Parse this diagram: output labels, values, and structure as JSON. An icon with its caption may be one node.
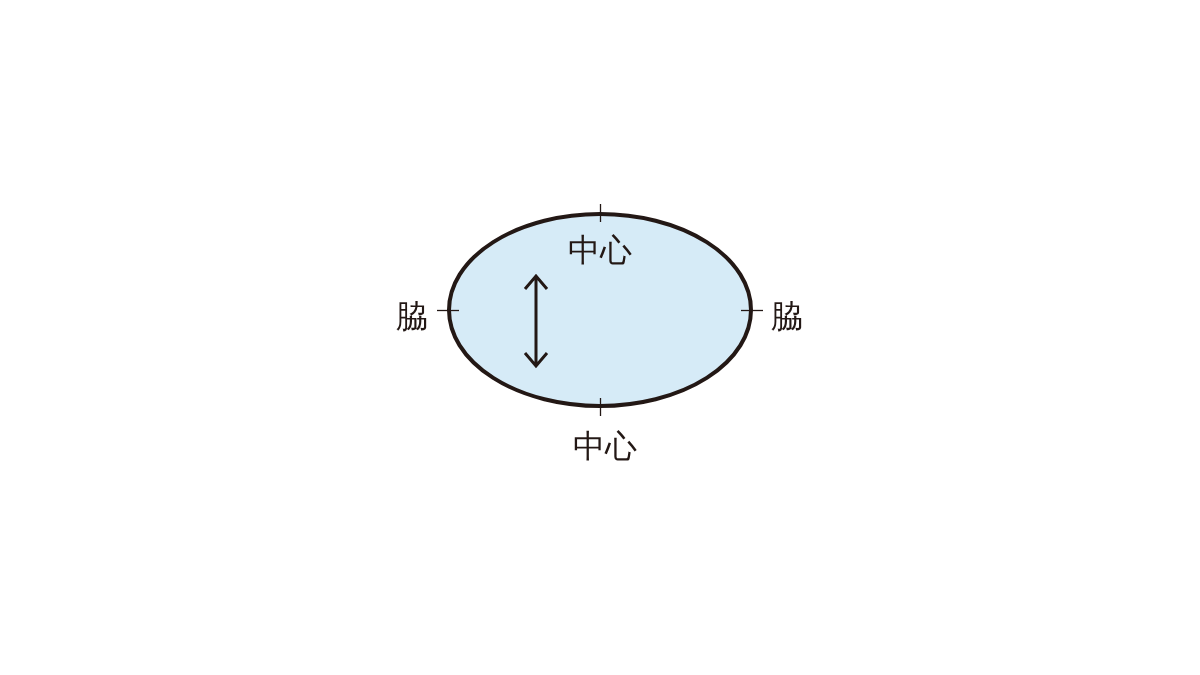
{
  "diagram": {
    "nodes": [
      {
        "text": [
          "中心"
        ],
        "beside": [
          "脇",
          "脇",
          "中心"
        ]
      }
    ]
  }
}
